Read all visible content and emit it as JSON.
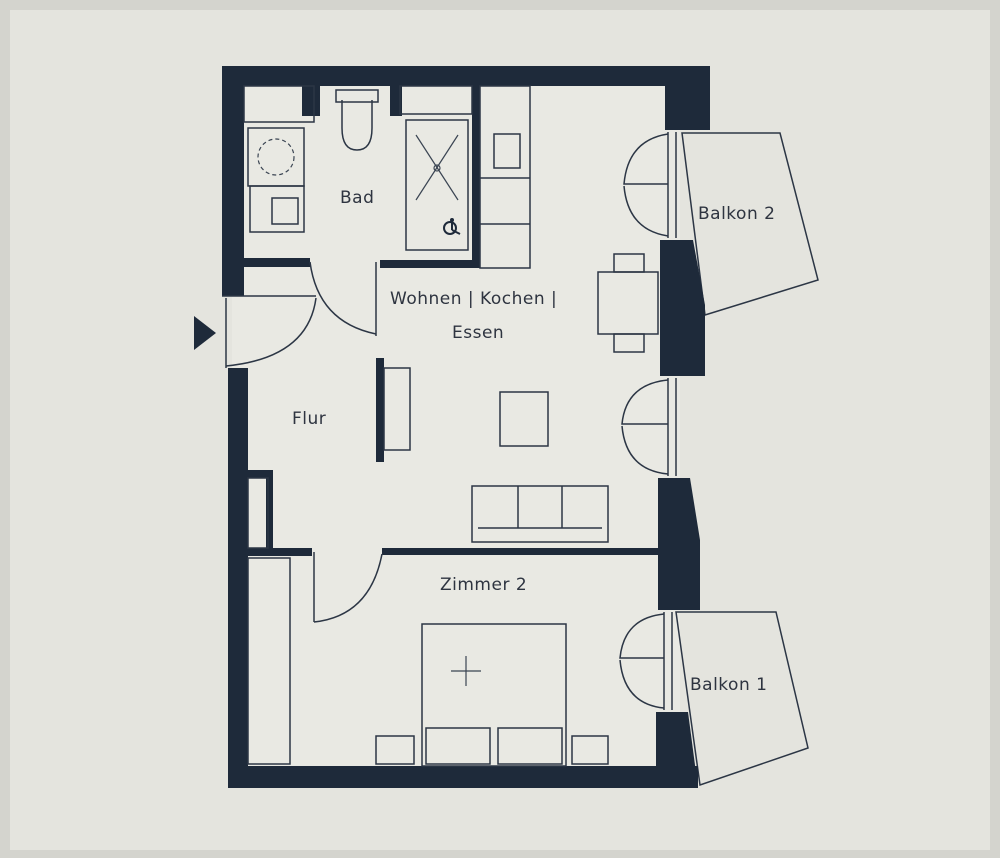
{
  "rooms": {
    "bad": "Bad",
    "wohnen_line1": "Wohnen | Kochen |",
    "wohnen_line2": "Essen",
    "flur": "Flur",
    "zimmer2": "Zimmer 2",
    "balkon2": "Balkon 2",
    "balkon1": "Balkon 1"
  },
  "colors": {
    "wall": "#1e2a3a",
    "paper": "#e7e7e1",
    "background": "#d4d4ce"
  },
  "icons": {
    "entrance": "entrance-arrow-icon",
    "accessibility": "wheelchair-icon"
  }
}
